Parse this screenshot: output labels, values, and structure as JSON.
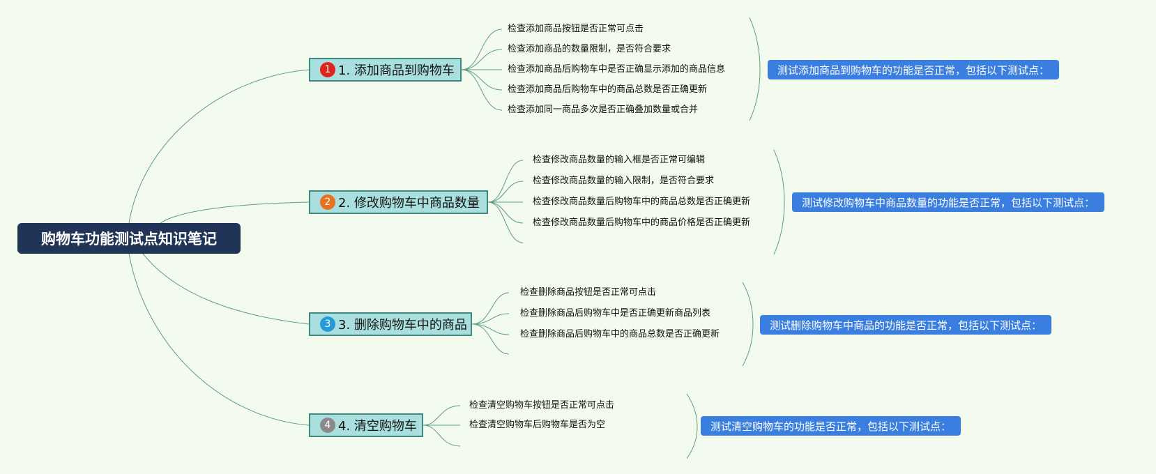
{
  "root": {
    "title": "购物车功能测试点知识笔记"
  },
  "colors": {
    "background": "#f2fbee",
    "root": "#1f3456",
    "branch": "#a9dfdf",
    "branch_border": "#3e8a7e",
    "summary": "#3a7fe0",
    "line": "#5c9e84"
  },
  "branches": [
    {
      "badge": "1",
      "title": "1. 添加商品到购物车",
      "summary": "测试添加商品到购物车的功能是否正常，包括以下测试点：",
      "items": [
        "检查添加商品按钮是否正常可点击",
        "检查添加商品的数量限制，是否符合要求",
        "检查添加商品后购物车中是否正确显示添加的商品信息",
        "检查添加商品后购物车中的商品总数是否正确更新",
        "检查添加同一商品多次是否正确叠加数量或合并"
      ]
    },
    {
      "badge": "2",
      "title": "2. 修改购物车中商品数量",
      "summary": "测试修改购物车中商品数量的功能是否正常，包括以下测试点：",
      "items": [
        "检查修改商品数量的输入框是否正常可编辑",
        "检查修改商品数量的输入限制，是否符合要求",
        "检查修改商品数量后购物车中的商品总数是否正确更新",
        "检查修改商品数量后购物车中的商品价格是否正确更新"
      ]
    },
    {
      "badge": "3",
      "title": "3. 删除购物车中的商品",
      "summary": "测试删除购物车中商品的功能是否正常，包括以下测试点：",
      "items": [
        "检查删除商品按钮是否正常可点击",
        "检查删除商品后购物车中是否正确更新商品列表",
        "检查删除商品后购物车中的商品总数是否正确更新"
      ]
    },
    {
      "badge": "4",
      "title": "4. 清空购物车",
      "summary": "测试清空购物车的功能是否正常，包括以下测试点：",
      "items": [
        "检查清空购物车按钮是否正常可点击",
        "检查清空购物车后购物车是否为空"
      ]
    }
  ]
}
